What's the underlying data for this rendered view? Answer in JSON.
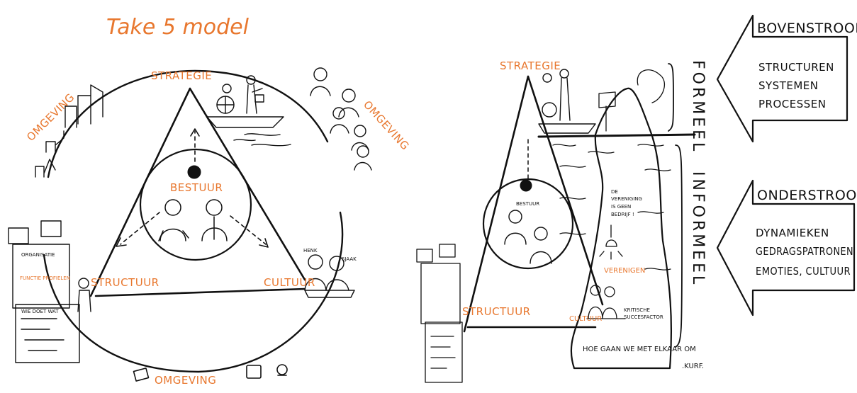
{
  "left": {
    "title": "Take 5 model",
    "strategie": "STRATEGIE",
    "bestuur": "BESTUUR",
    "structuur": "STRUCTUUR",
    "cultuur": "CULTUUR",
    "omgeving_left": "OMGEVING",
    "omgeving_right": "OMGEVING",
    "omgeving_bottom": "OMGEVING",
    "doc_labels": [
      "ORGANISATIE",
      "FUNCTIE PROFIELEN",
      "WIE DOET WAT"
    ],
    "person_labels": {
      "henk": "HENK",
      "sjaak": "SJAAK"
    }
  },
  "right": {
    "strategie": "STRATEGIE",
    "bestuur": "BESTUUR",
    "structuur": "STRUCTUUR",
    "cultuur": "CULTUUR",
    "verenigen": "VERENIGEN",
    "quote": [
      "DE",
      "VERENIGING",
      "IS GEEN",
      "BEDRIJF !"
    ],
    "kritische": [
      "KRITISCHE",
      "SUCCESFACTOR"
    ],
    "bottom_text": "HOE GAAN WE MET ELKAAR OM",
    "formeel": "FORMEEL",
    "informeel": "INFORMEEL",
    "signature": ".KURF."
  },
  "bovenstroom": {
    "heading": "BOVENSTROOM",
    "items": [
      "STRUCTUREN",
      "SYSTEMEN",
      "PROCESSEN"
    ]
  },
  "onderstroom": {
    "heading": "ONDERSTROOM",
    "items": [
      "DYNAMIEKEN",
      "GEDRAGSPATRONEN",
      "EMOTIES, CULTUUR"
    ]
  },
  "colors": {
    "accent": "#e8772e",
    "ink": "#111111"
  },
  "icons": [
    "ship-icon",
    "skyline-icon",
    "people-icon",
    "document-icon",
    "iceberg-icon",
    "lamp-icon",
    "tablet-icon",
    "phone-icon",
    "envelope-icon"
  ]
}
